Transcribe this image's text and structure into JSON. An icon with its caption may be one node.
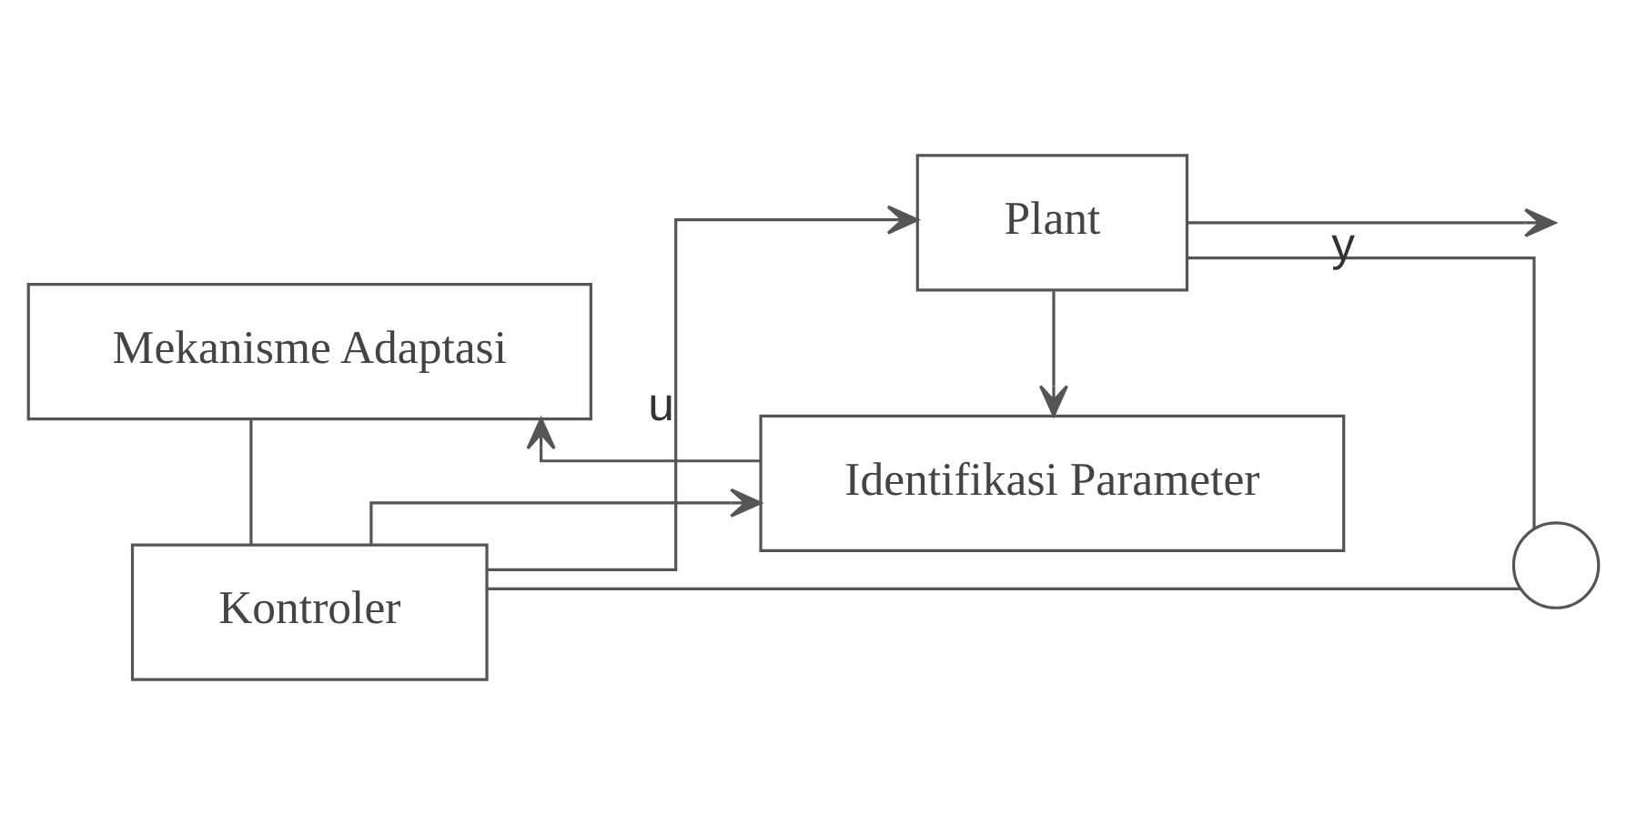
{
  "diagram": {
    "nodes": [
      {
        "text": [
          "Mekanisme Adaptasi"
        ]
      },
      {
        "text": [
          "Identifikasi Parameter"
        ]
      },
      {
        "text": [],
        "shape": "circle"
      },
      {
        "text": [
          "Kontroler"
        ]
      },
      {
        "text": [
          "Plant"
        ]
      }
    ],
    "edges": [
      {
        "from": 1,
        "to": 0,
        "arrow": "to"
      },
      {
        "from": 0,
        "to": 3,
        "arrow": "none"
      },
      {
        "from": 2,
        "to": 3,
        "arrow": "none"
      },
      {
        "from": 3,
        "to": 4,
        "arrow": "to",
        "label": "u"
      },
      {
        "from": 3,
        "to": 1,
        "arrow": "to"
      },
      {
        "from": 4,
        "to": null,
        "arrow": "to",
        "label": "y"
      },
      {
        "from": 4,
        "to": 1,
        "arrow": "to"
      },
      {
        "from": 4,
        "to": 2,
        "arrow": "none"
      }
    ]
  }
}
